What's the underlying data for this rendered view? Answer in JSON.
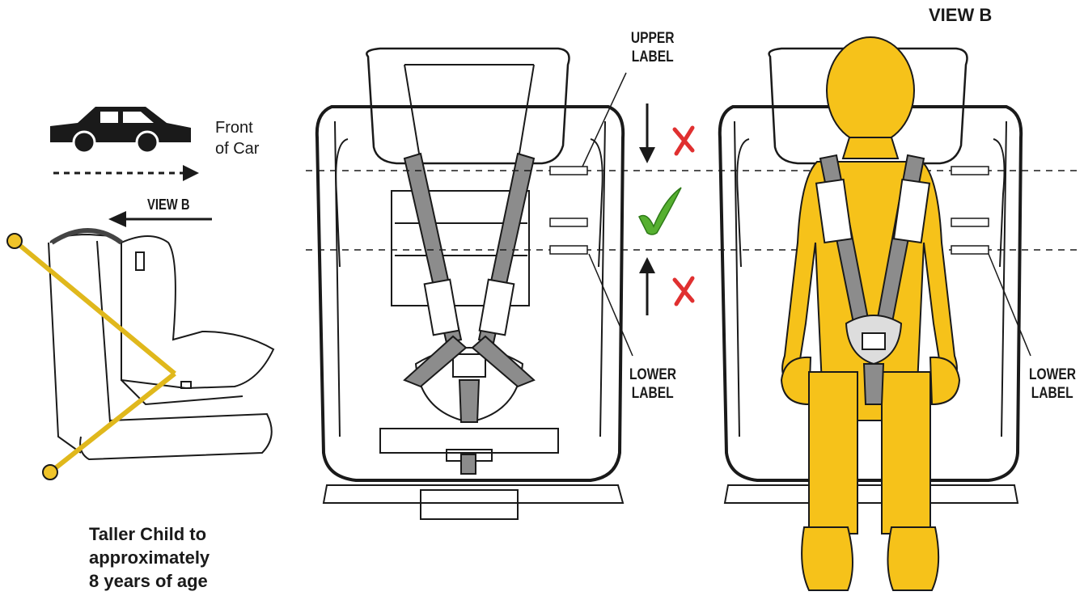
{
  "labels": {
    "front_of_car": [
      "Front",
      "of Car"
    ],
    "view_b_arrow": "VIEW B",
    "view_b_title": "VIEW B",
    "upper_label": [
      "UPPER",
      "LABEL"
    ],
    "lower_label_front": [
      "LOWER",
      "LABEL"
    ],
    "lower_label_view_b": [
      "LOWER",
      "LABEL"
    ],
    "caption": [
      "Taller Child to",
      "approximately",
      "8 years of age"
    ]
  },
  "colors": {
    "line": "#1a1a1a",
    "strap": "#8c8c8c",
    "child": "#f6c21a",
    "tether": "#e0b81c",
    "check": "#56b030",
    "cross": "#e03030"
  },
  "icons": [
    "car-icon",
    "arrow-right-icon",
    "arrow-left-icon",
    "arrow-down-icon",
    "arrow-up-icon",
    "check-icon",
    "cross-icon"
  ]
}
